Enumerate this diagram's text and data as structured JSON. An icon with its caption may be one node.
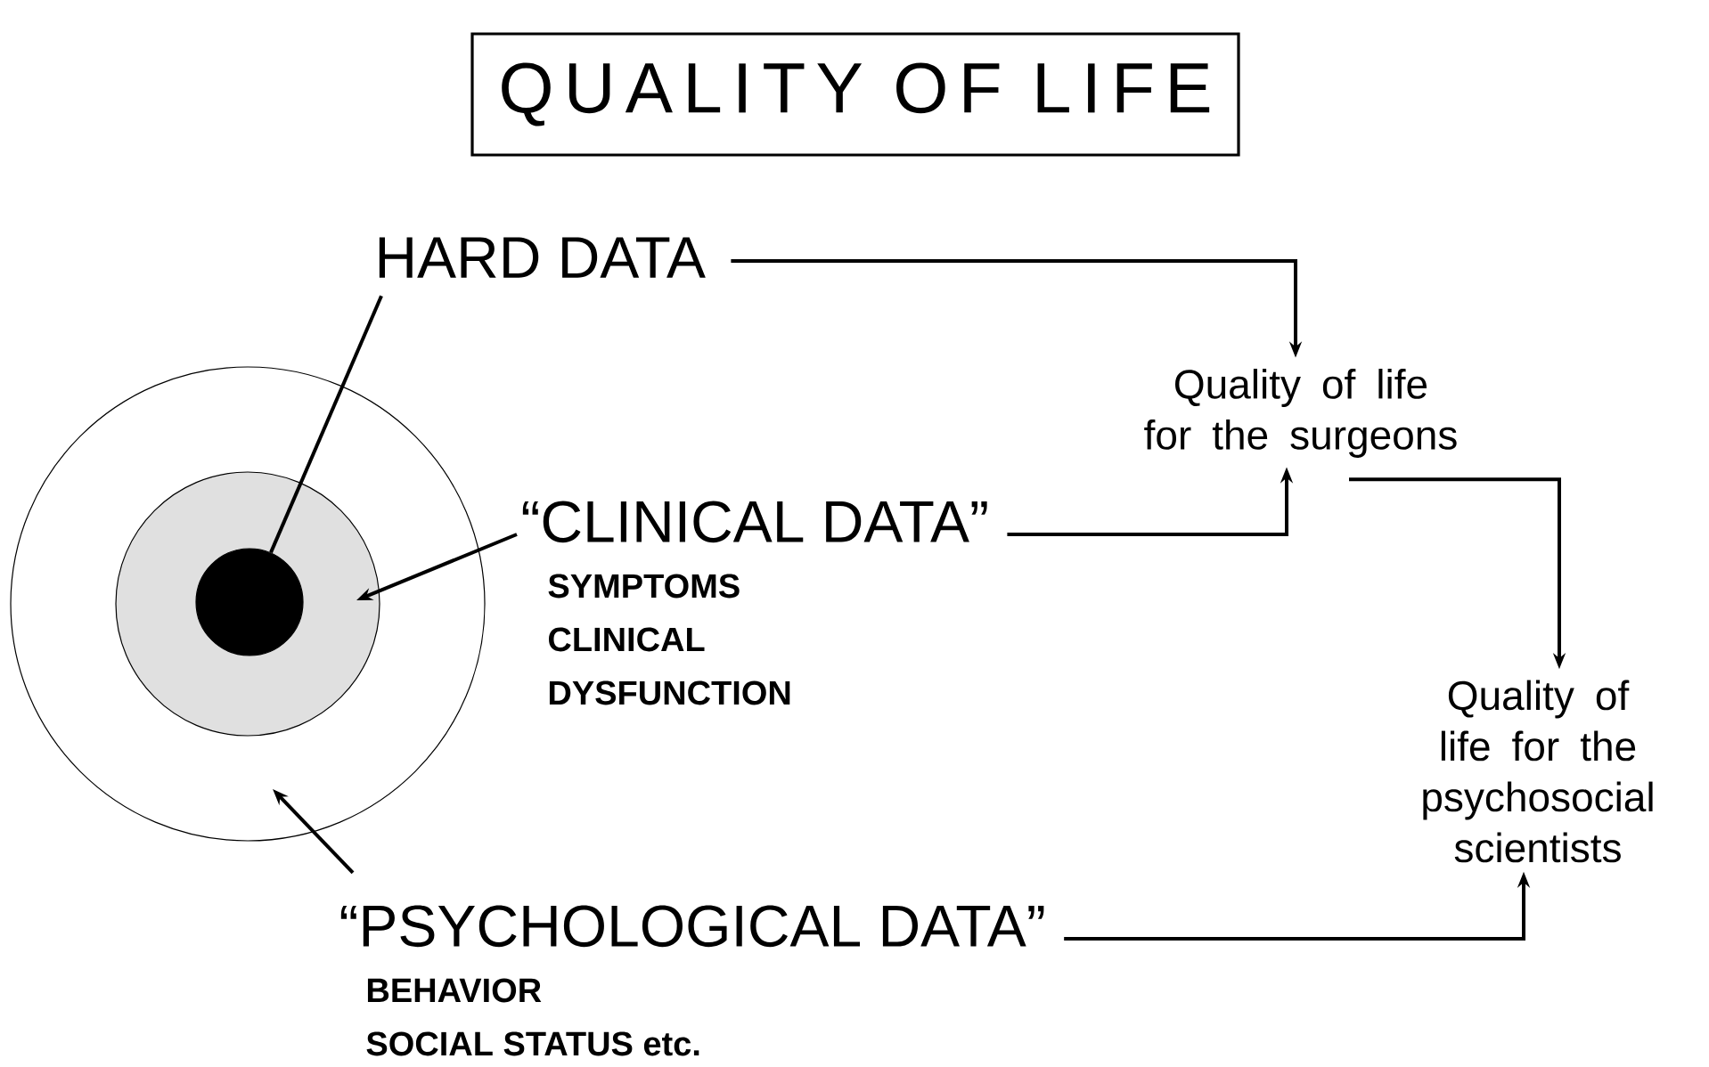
{
  "diagram": {
    "title": "QUALITY OF LIFE",
    "nodes": [
      {
        "text": [],
        "shape": "circle"
      },
      {
        "text": [],
        "shape": "circle",
        "in": 0
      },
      {
        "text": [],
        "shape": "circle",
        "in": 1
      },
      {
        "text": [
          "HARD DATA"
        ]
      },
      {
        "text": [
          "“CLINICAL DATA”",
          "SYMPTOMS",
          "CLINICAL DYSFUNCTION"
        ]
      },
      {
        "text": [
          "“PSYCHOLOGICAL DATA”",
          "BEHAVIOR",
          "SOCIAL STATUS etc."
        ]
      },
      {
        "text": [
          "Quality of life for the surgeons"
        ]
      },
      {
        "text": [
          "Quality of life for the psychosocial scientists"
        ]
      }
    ],
    "edges": [
      {
        "from": 3,
        "to": 2,
        "arrow": "none"
      },
      {
        "from": 4,
        "to": 1,
        "arrow": "to"
      },
      {
        "from": 5,
        "to": 0,
        "arrow": "to"
      },
      {
        "from": 3,
        "to": 6,
        "arrow": "to"
      },
      {
        "from": 4,
        "to": 6,
        "arrow": "to"
      },
      {
        "from": 6,
        "to": 7,
        "arrow": "to"
      },
      {
        "from": 5,
        "to": 7,
        "arrow": "to"
      }
    ]
  }
}
